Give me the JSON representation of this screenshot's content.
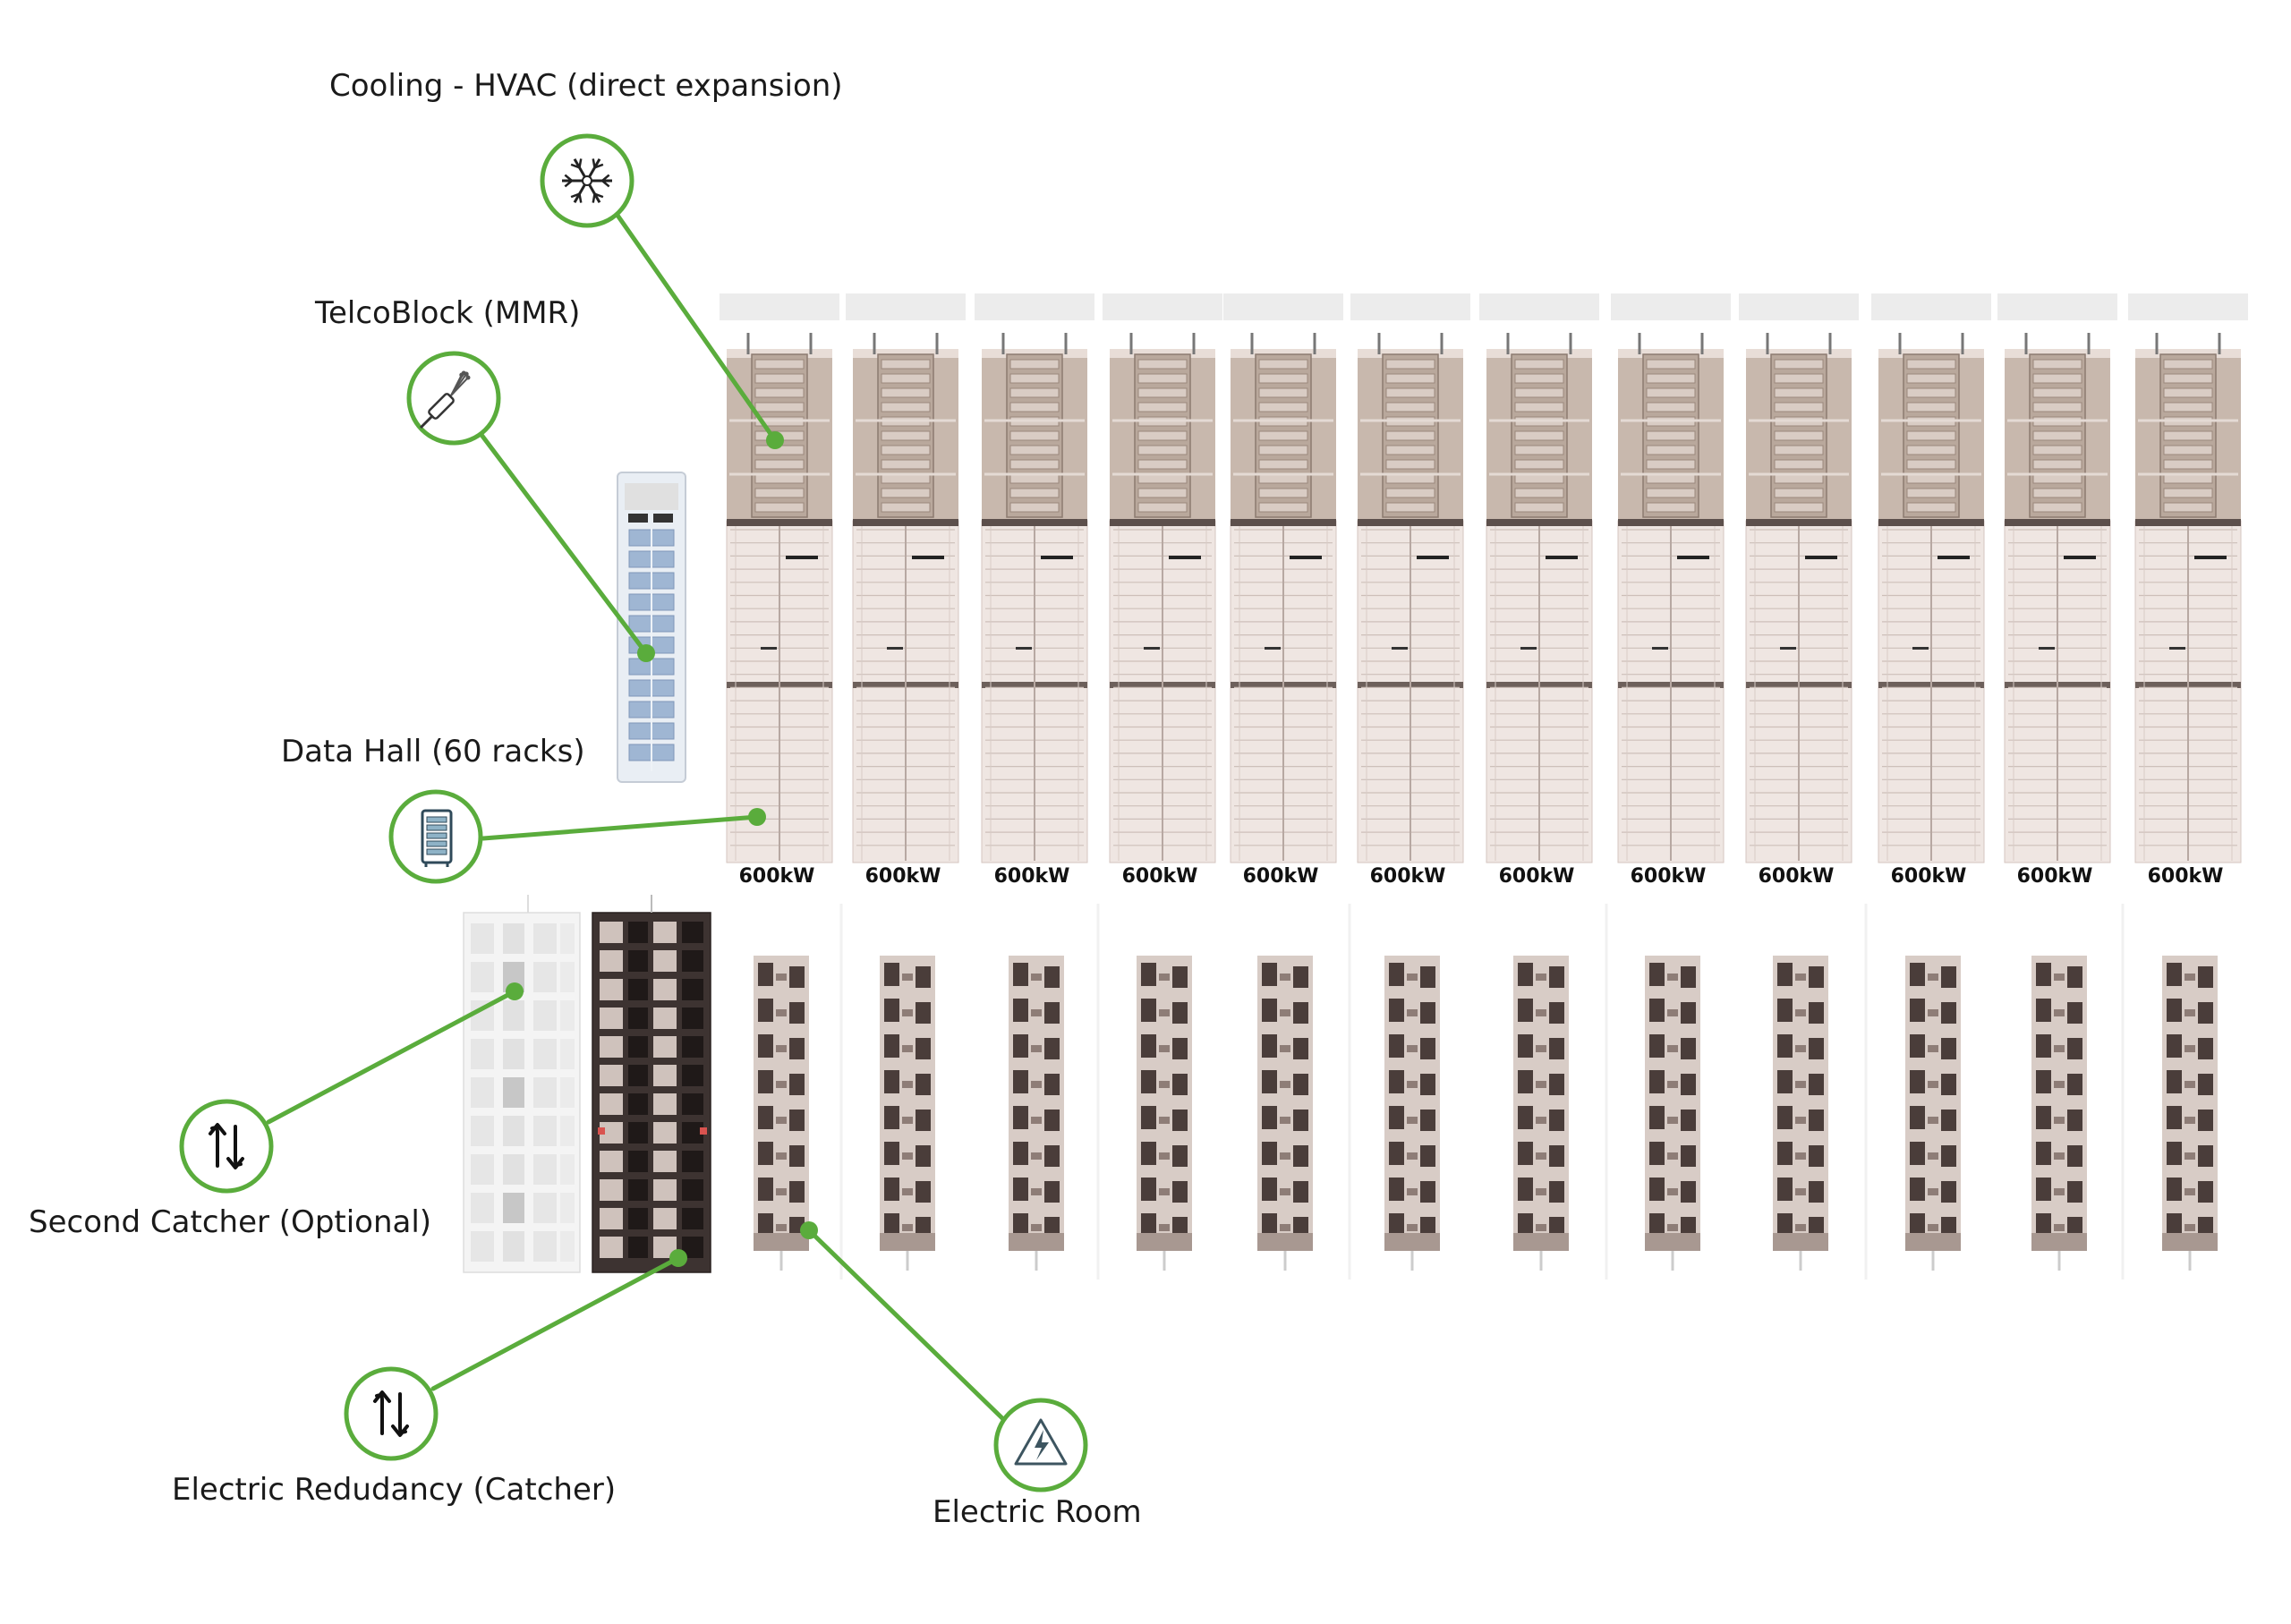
{
  "diagram": {
    "modules": [
      {
        "label": "600kW"
      },
      {
        "label": "600kW"
      },
      {
        "label": "600kW"
      },
      {
        "label": "600kW"
      },
      {
        "label": "600kW"
      },
      {
        "label": "600kW"
      },
      {
        "label": "600kW"
      },
      {
        "label": "600kW"
      },
      {
        "label": "600kW"
      },
      {
        "label": "600kW"
      },
      {
        "label": "600kW"
      },
      {
        "label": "600kW"
      }
    ],
    "callouts": {
      "cooling": {
        "label": "Cooling - HVAC (direct expansion)",
        "icon": "snowflake-icon"
      },
      "telco": {
        "label": "TelcoBlock (MMR)",
        "icon": "fiber-cable-icon"
      },
      "data_hall": {
        "label": "Data Hall (60 racks)",
        "icon": "server-rack-icon"
      },
      "second_catcher": {
        "label": "Second Catcher (Optional)",
        "icon": "swap-arrows-icon"
      },
      "electric_redundancy": {
        "label": "Electric Redudancy (Catcher)",
        "icon": "swap-arrows-icon"
      },
      "electric_room": {
        "label": "Electric Room",
        "icon": "high-voltage-icon"
      }
    },
    "colors": {
      "accent_green": "#5aac3c",
      "hvac_tan": "#c8b8ad",
      "rack_light": "#efe6e2",
      "electric_dark": "#4a3d3a",
      "telco_blue": "#9fb6d3"
    }
  }
}
